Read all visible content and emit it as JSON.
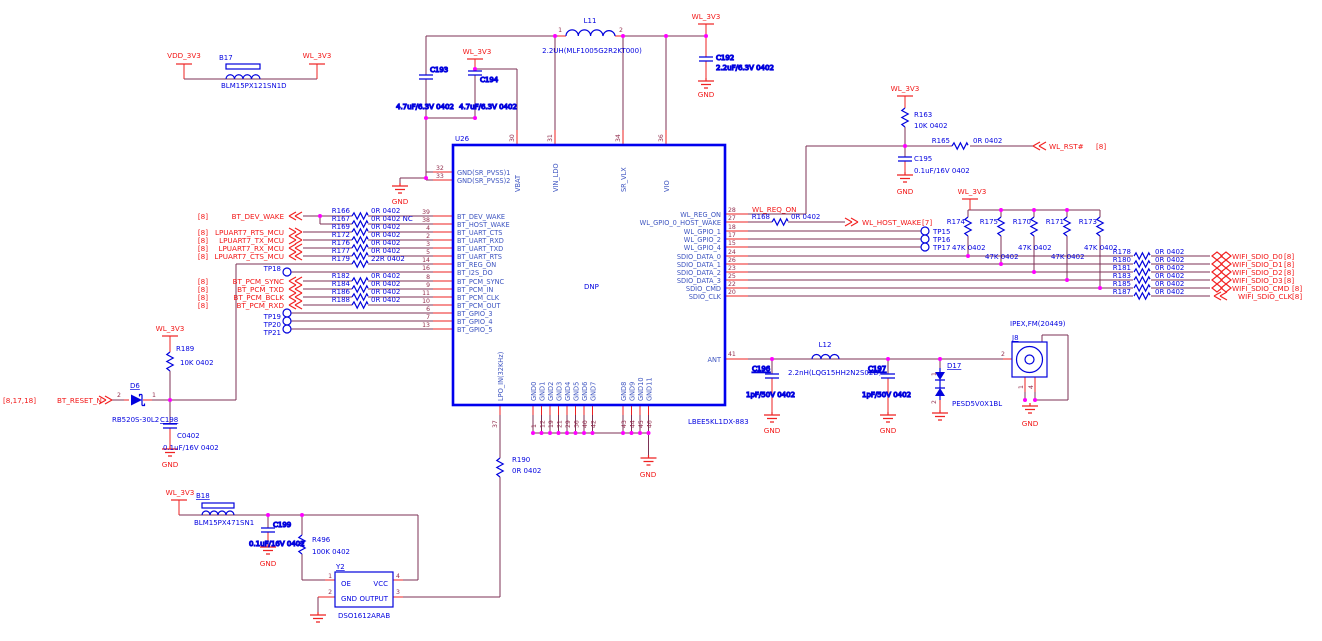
{
  "colors": {
    "wire": "#7c3255",
    "symbol_blue": "#0202dd",
    "chip_blue": "#0000ee",
    "net_red": "#f21818",
    "pin_number_maroon": "#93304f",
    "junction_magenta": "#ff00ff"
  },
  "nets": {
    "vdd": "VDD_3V3",
    "wl": "WL_3V3",
    "gnd": "GND",
    "wl_req_on": "WL_REQ_ON",
    "wl_host_wake": "WL_HOST_WAKE",
    "wl_rst": "WL_RST#",
    "bt_reset": "BT_RESET_N",
    "tag8": "[8]",
    "tag7": "[7]",
    "tag_reset": "[8,17,18]"
  },
  "parts": {
    "B17": {
      "ref": "B17",
      "value": "BLM15PX121SN1D"
    },
    "B18": {
      "ref": "B18",
      "value": "BLM15PX471SN1"
    },
    "L11": {
      "ref": "L11",
      "value": "2.2UH(MLF1005G2R2KT000)",
      "p1": "1",
      "p2": "2"
    },
    "L12": {
      "ref": "L12",
      "value": "2.2nH(LQG15HH2N2S02D)"
    },
    "C192": {
      "ref": "C192",
      "value": "2.2uF/6.3V 0402"
    },
    "C193": {
      "ref": "C193",
      "value": "4.7uF/6.3V 0402"
    },
    "C194": {
      "ref": "C194",
      "value": "4.7uF/6.3V 0402"
    },
    "C195": {
      "ref": "C195",
      "value": "0.1uF/16V 0402"
    },
    "C196": {
      "ref": "C196",
      "value": "1pF/50V 0402"
    },
    "C197": {
      "ref": "C197",
      "value": "1pF/50V 0402"
    },
    "C198": {
      "ref": "C198",
      "value": "0.1uF/16V 0402",
      "pkg": "C0402"
    },
    "C199": {
      "ref": "C199",
      "value": "0.1uF/16V 0402"
    },
    "R163": {
      "ref": "R163",
      "value": "10K 0402"
    },
    "R165": {
      "ref": "R165",
      "value": "0R 0402"
    },
    "R168": {
      "ref": "R168",
      "value": "0R 0402"
    },
    "R189": {
      "ref": "R189",
      "value": "10K 0402"
    },
    "R190": {
      "ref": "R190",
      "value": "0R 0402"
    },
    "R496": {
      "ref": "R496",
      "value": "100K 0402"
    },
    "D6": {
      "ref": "D6",
      "value": "RB520S-30L2",
      "p1": "1",
      "p2": "2"
    },
    "D17": {
      "ref": "D17",
      "value": "PESD5V0X1BL",
      "p1": "1",
      "p2": "2"
    },
    "J8": {
      "ref": "J8",
      "value": "IPEX,FM(20449)",
      "p1": "1",
      "p2": "2",
      "p4": "4"
    },
    "Y2": {
      "ref": "Y2",
      "value": "DSO1612ARAB",
      "oe": "OE",
      "gnd": "GND",
      "out": "OUTPUT",
      "vcc": "VCC",
      "n1": "1",
      "n2": "2",
      "n3": "3",
      "n4": "4"
    }
  },
  "pullups": [
    {
      "ref": "R174",
      "value": "47K 0402"
    },
    {
      "ref": "R175",
      "value": "47K 0402"
    },
    {
      "ref": "R170",
      "value": "47K 0402"
    },
    {
      "ref": "R171",
      "value": "47K 0402"
    },
    {
      "ref": "R173",
      "value": "47K 0402"
    }
  ],
  "u26": {
    "ref": "U26",
    "part": "LBEE5KL1DX-883",
    "dnp": "DNP",
    "top": [
      {
        "num": "30",
        "name": "VBAT"
      },
      {
        "num": "31",
        "name": "VIN_LDO"
      },
      {
        "num": "34",
        "name": "SR_VLX"
      },
      {
        "num": "36",
        "name": "VIO"
      }
    ],
    "gnd_left": [
      {
        "num": "32",
        "name": "GND(SR_PVSS)1"
      },
      {
        "num": "33",
        "name": "GND(SR_PVSS)2"
      }
    ],
    "ant": {
      "num": "41",
      "name": "ANT"
    },
    "lpo": {
      "num": "37",
      "name": "LPO_IN(32KHz)"
    },
    "gnd_a": [
      {
        "num": "1",
        "name": "GND0"
      },
      {
        "num": "12",
        "name": "GND1"
      },
      {
        "num": "19",
        "name": "GND2"
      },
      {
        "num": "21",
        "name": "GND3"
      },
      {
        "num": "29",
        "name": "GND4"
      },
      {
        "num": "36",
        "name": "GND5"
      },
      {
        "num": "40",
        "name": "GND6"
      },
      {
        "num": "42",
        "name": "GND7"
      }
    ],
    "gnd_b": [
      {
        "num": "43",
        "name": "GND8"
      },
      {
        "num": "44",
        "name": "GND9"
      },
      {
        "num": "45",
        "name": "GND10"
      },
      {
        "num": "46",
        "name": "GND11"
      }
    ]
  },
  "left_rows": [
    {
      "tag": "[8]",
      "net": "BT_DEV_WAKE",
      "dir": "in",
      "ref": "R166",
      "value": "0R 0402",
      "pin": "39",
      "pin_name": "BT_DEV_WAKE"
    },
    {
      "ref": "R167",
      "value": "0R 0402 NC",
      "pin": "38",
      "pin_name": "BT_HOST_WAKE"
    },
    {
      "tag": "[8]",
      "net": "LPUART7_RTS_MCU",
      "dir": "out",
      "ref": "R169",
      "value": "0R 0402",
      "pin": "4",
      "pin_name": "BT_UART_CTS"
    },
    {
      "tag": "[8]",
      "net": "LPUART7_TX_MCU",
      "dir": "out",
      "ref": "R172",
      "value": "0R 0402",
      "pin": "2",
      "pin_name": "BT_UART_RXD"
    },
    {
      "tag": "[8]",
      "net": "LPUART7_RX_MCU",
      "dir": "in",
      "ref": "R176",
      "value": "0R 0402",
      "pin": "3",
      "pin_name": "BT_UART_TXD"
    },
    {
      "tag": "[8]",
      "net": "LPUART7_CTS_MCU",
      "dir": "in",
      "ref": "R177",
      "value": "0R 0402",
      "pin": "5",
      "pin_name": "BT_UART_RTS"
    },
    {
      "ref": "R179",
      "value": "22R 0402",
      "pin": "14",
      "pin_name": "BT_REG_ON"
    },
    {
      "tp": "TP18",
      "pin": "16",
      "pin_name": "BT_I2S_DO"
    },
    {
      "tag": "[8]",
      "net": "BT_PCM_SYNC",
      "dir": "in",
      "ref": "R182",
      "value": "0R 0402",
      "pin": "8",
      "pin_name": "BT_PCM_SYNC"
    },
    {
      "tag": "[8]",
      "net": "BT_PCM_TXD",
      "dir": "in",
      "ref": "R184",
      "value": "0R 0402",
      "pin": "9",
      "pin_name": "BT_PCM_IN"
    },
    {
      "tag": "[8]",
      "net": "BT_PCM_BCLK",
      "dir": "in",
      "ref": "R186",
      "value": "0R 0402",
      "pin": "11",
      "pin_name": "BT_PCM_CLK"
    },
    {
      "tag": "[8]",
      "net": "BT_PCM_RXD",
      "dir": "in",
      "ref": "R188",
      "value": "0R 0402",
      "pin": "10",
      "pin_name": "BT_PCM_OUT"
    },
    {
      "tp": "TP19",
      "pin": "6",
      "pin_name": "BT_GPIO_3"
    },
    {
      "tp": "TP20",
      "pin": "7",
      "pin_name": "BT_GPIO_4"
    },
    {
      "tp": "TP21",
      "pin": "13",
      "pin_name": "BT_GPIO_5"
    }
  ],
  "right_rows": [
    {
      "pin": "28",
      "pin_name": "WL_REG_ON",
      "net": "WL_REQ_ON"
    },
    {
      "pin": "27",
      "pin_name": "WL_GPIO_0_HOST_WAKE",
      "ref": "R168",
      "value": "0R 0402",
      "net": "WL_HOST_WAKE",
      "tag": "[7]"
    },
    {
      "pin": "18",
      "pin_name": "WL_GPIO_1",
      "tp": "TP15"
    },
    {
      "pin": "17",
      "pin_name": "WL_GPIO_2",
      "tp": "TP16"
    },
    {
      "pin": "15",
      "pin_name": "WL_GPIO_4",
      "tp": "TP17"
    },
    {
      "pin": "24",
      "pin_name": "SDIO_DATA_0",
      "ref": "R178",
      "value": "0R 0402",
      "net": "WIFI_SDIO_D0",
      "tag": "[8]"
    },
    {
      "pin": "26",
      "pin_name": "SDIO_DATA_1",
      "ref": "R180",
      "value": "0R 0402",
      "net": "WIFI_SDIO_D1",
      "tag": "[8]"
    },
    {
      "pin": "23",
      "pin_name": "SDIO_DATA_2",
      "ref": "R181",
      "value": "0R 0402",
      "net": "WIFI_SDIO_D2",
      "tag": "[8]"
    },
    {
      "pin": "25",
      "pin_name": "SDIO_DATA_3",
      "ref": "R183",
      "value": "0R 0402",
      "net": "WIFI_SDIO_D3",
      "tag": "[8]"
    },
    {
      "pin": "22",
      "pin_name": "SDIO_CMD",
      "ref": "R185",
      "value": "0R 0402",
      "net": "WIFI_SDIO_CMD",
      "tag": "[8]"
    },
    {
      "pin": "20",
      "pin_name": "SDIO_CLK",
      "ref": "R187",
      "value": "0R 0402",
      "net": "WIFI_SDIO_CLK",
      "tag": "[8]"
    }
  ]
}
